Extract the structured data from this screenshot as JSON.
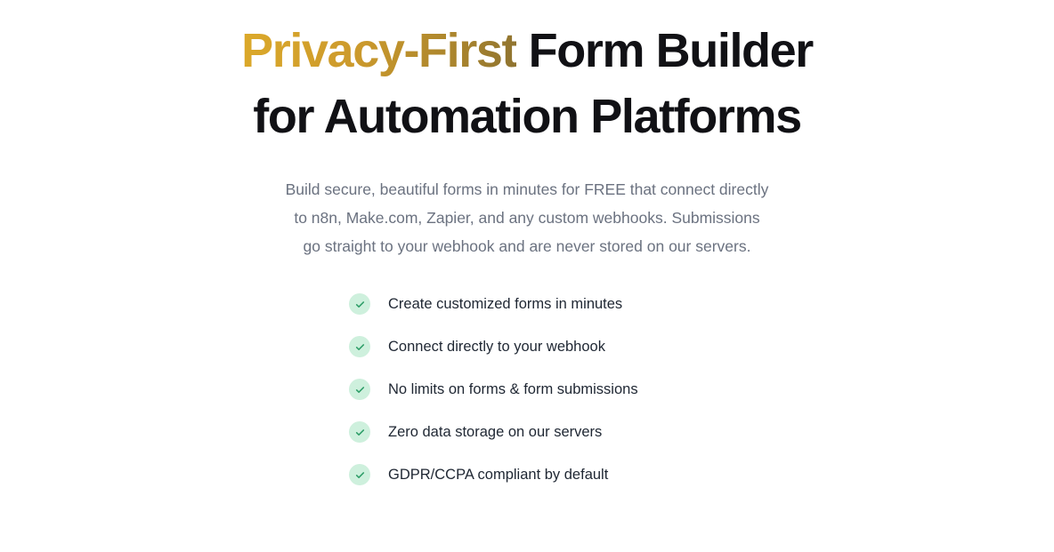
{
  "page": {
    "background_color": "#FFFFFF"
  },
  "hero": {
    "heading": {
      "line1_accent": "Privacy-First",
      "line1_rest": " Form Builder",
      "line2": "for Automation Platforms",
      "accent_color_start": "#DCA92A",
      "accent_color_end": "#8E7330",
      "text_color": "#111115"
    },
    "subtitle": {
      "line1": "Build secure, beautiful forms in minutes for FREE that connect directly",
      "line2": "to n8n, Make.com, Zapier, and any custom webhooks. Submissions",
      "line3": "go straight to your webhook and are never stored on our servers.",
      "color": "#6B7280"
    },
    "features": {
      "badge_background": "#CEF0DD",
      "badge_check_color": "#2E9E68",
      "label_color": "#1F2733",
      "items": [
        {
          "icon": "check-icon",
          "label": "Create customized forms in minutes"
        },
        {
          "icon": "check-icon",
          "label": "Connect directly to your webhook"
        },
        {
          "icon": "check-icon",
          "label": "No limits on forms & form submissions"
        },
        {
          "icon": "check-icon",
          "label": "Zero data storage on our servers"
        },
        {
          "icon": "check-icon",
          "label": "GDPR/CCPA compliant by default"
        }
      ]
    }
  }
}
